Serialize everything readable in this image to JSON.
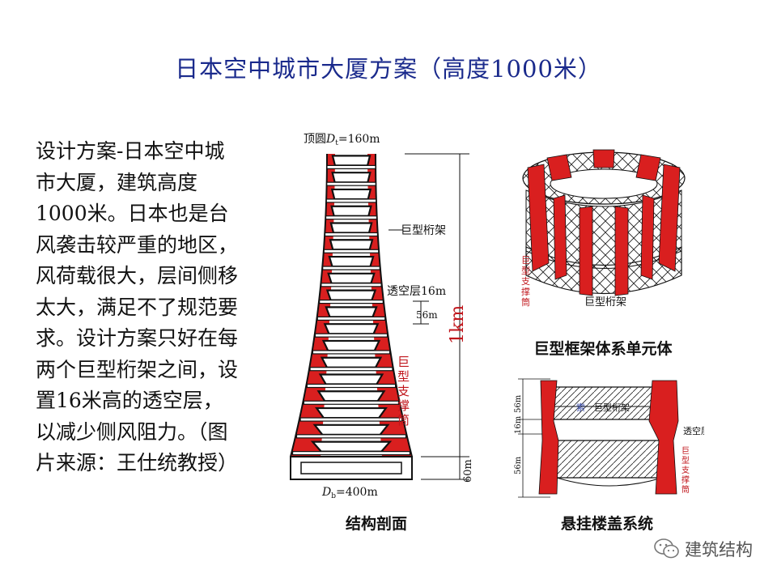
{
  "slide": {
    "title": "日本空中城市大厦方案（高度1000米）",
    "body_text": "设计方案-日本空中城市大厦，建筑高度1000米。日本也是台风袭击较严重的地区，风荷载很大，层间侧移太大，满足不了规范要求。设计方案只好在每两个巨型桁架之间，设置16米高的透空层，以减少侧风阻力。（图片来源：王仕统教授）"
  },
  "section_figure": {
    "caption": "结构剖面",
    "top_dia_prefix": "顶圆",
    "top_dia_sym": "D",
    "top_dia_sub": "t",
    "top_dia_value": "=160m",
    "label_truss": "巨型桁架",
    "label_void": "透空层16m",
    "label_56m": "56m",
    "label_height": "1km",
    "label_support": [
      "巨",
      "型",
      "支",
      "撑",
      "筒"
    ],
    "label_60m": "60m",
    "bottom_dia_sym": "D",
    "bottom_dia_sub": "b",
    "bottom_dia_value": "=400m",
    "colors": {
      "support": "#d91f1f",
      "line": "#111111",
      "accent": "#c0151b"
    }
  },
  "unit_figure": {
    "caption": "巨型框架体系单元体",
    "label_support": [
      "巨",
      "型",
      "支",
      "撑",
      "筒"
    ],
    "label_truss": "巨型桁架"
  },
  "suspended_figure": {
    "caption": "悬挂楼盖系统",
    "label_56m_top": "56m",
    "label_16m": "16m",
    "label_56m_bottom": "56m",
    "label_cable": "索",
    "label_truss": "巨型桁架",
    "label_void": "透空层",
    "label_support": [
      "巨",
      "型",
      "支",
      "撑",
      "筒"
    ]
  },
  "watermark": {
    "text": "建筑结构",
    "icon": "wechat-icon"
  }
}
